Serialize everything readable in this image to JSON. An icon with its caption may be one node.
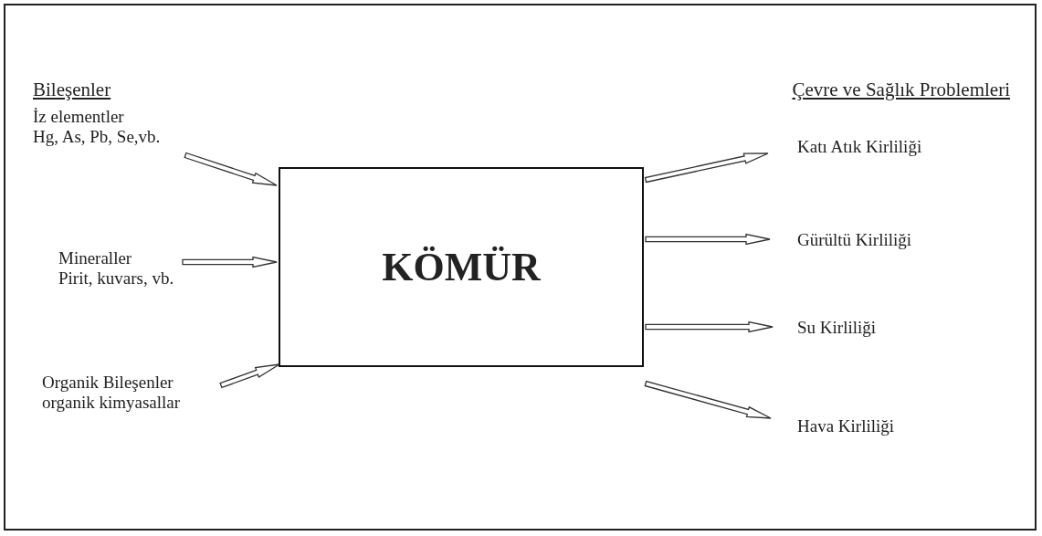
{
  "diagram": {
    "nodes": [
      {
        "text": [
          "İz elementler",
          "Hg, As, Pb, Se,vb."
        ]
      },
      {
        "text": [
          "Mineraller",
          "Pirit, kuvars, vb."
        ]
      },
      {
        "text": [
          "Organik Bileşenler",
          "organik kimyasallar"
        ]
      },
      {
        "text": [
          "KÖMÜR"
        ]
      },
      {
        "text": [
          "Katı Atık Kirliliği"
        ]
      },
      {
        "text": [
          "Gürültü Kirliliği"
        ]
      },
      {
        "text": [
          "Su Kirliliği"
        ]
      },
      {
        "text": [
          "Hava Kirliliği"
        ]
      }
    ],
    "edges": [
      {
        "from": 0,
        "to": 3,
        "arrow": "to"
      },
      {
        "from": 1,
        "to": 3,
        "arrow": "to"
      },
      {
        "from": 2,
        "to": 3,
        "arrow": "to"
      },
      {
        "from": 3,
        "to": 4,
        "arrow": "to"
      },
      {
        "from": 3,
        "to": 5,
        "arrow": "to"
      },
      {
        "from": 3,
        "to": 6,
        "arrow": "to"
      },
      {
        "from": 3,
        "to": 7,
        "arrow": "to"
      }
    ],
    "labels": [
      "Bileşenler",
      "Çevre ve Sağlık Problemleri"
    ]
  }
}
